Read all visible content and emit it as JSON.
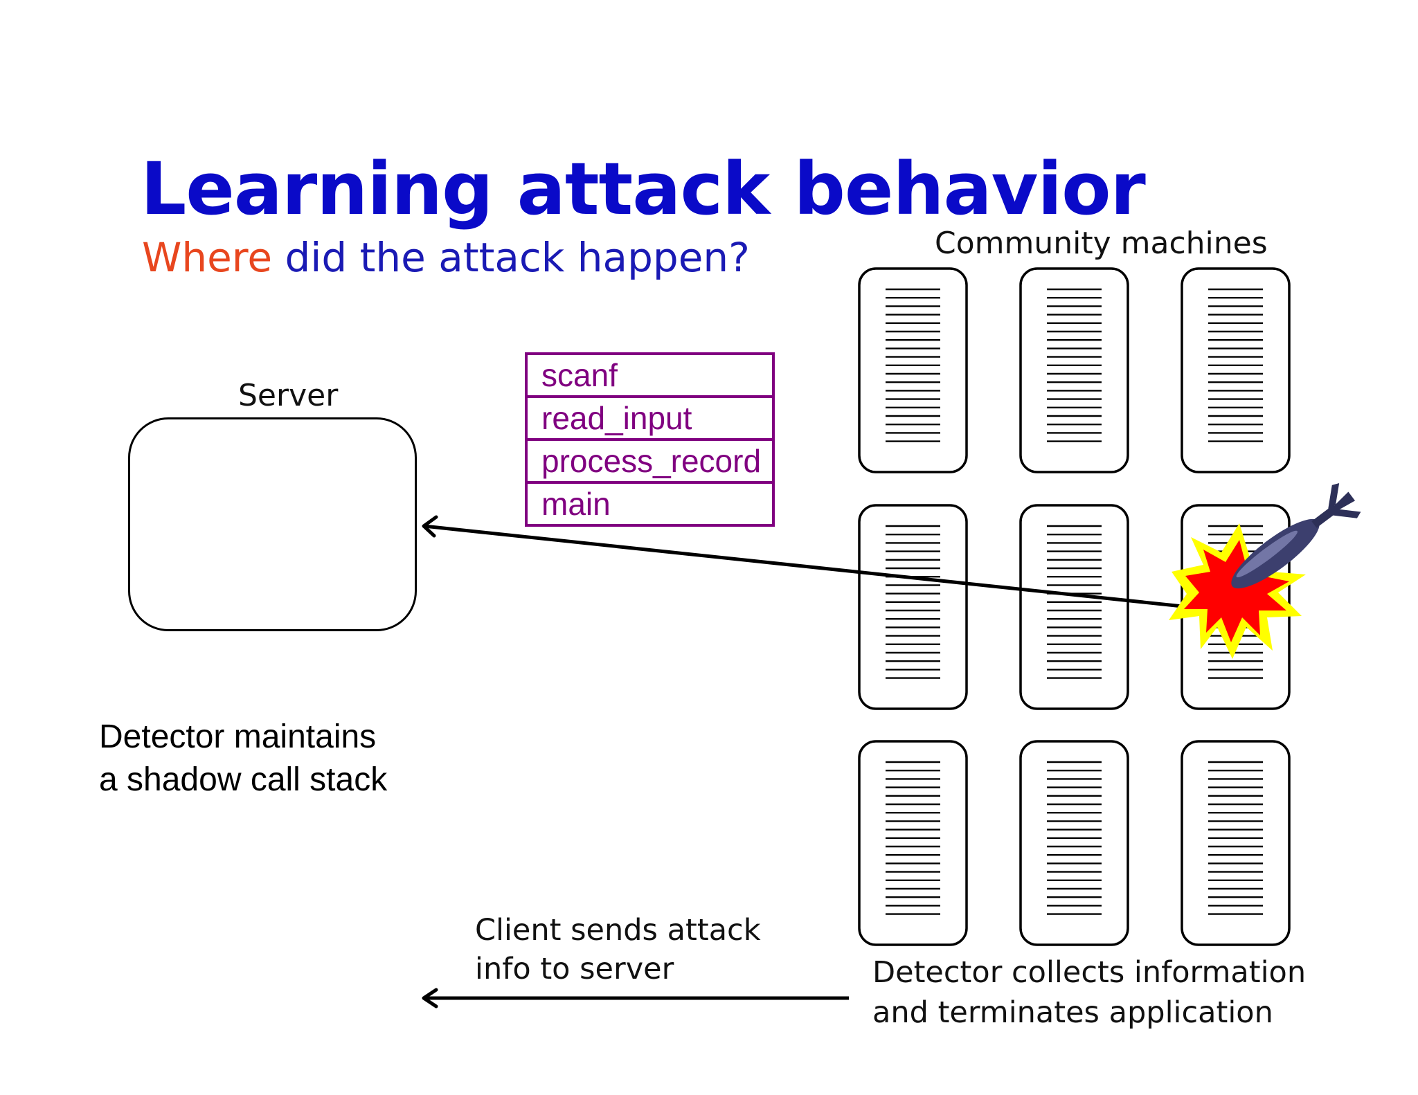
{
  "slide": {
    "title": "Learning attack behavior",
    "subtitle": {
      "highlight": "Where",
      "rest": " did the attack happen?"
    },
    "server_label": "Server",
    "community_label": "Community machines",
    "call_stack": [
      "scanf",
      "read_input",
      "process_record",
      "main"
    ],
    "detector_left": {
      "line1": "Detector maintains",
      "line2": "a shadow call stack"
    },
    "client_label": {
      "line1": "Client sends attack",
      "line2": "info to server"
    },
    "detector_right": {
      "line1": "Detector collects information",
      "line2": "and terminates application"
    }
  },
  "colors": {
    "title": "#0a0ac8",
    "subtitle_highlight": "#e8461e",
    "subtitle_rest": "#1a1ab4",
    "stack": "#800080",
    "explosion_outer": "#ffff00",
    "explosion_inner": "#ff0000",
    "missile": "#3c3f6e"
  },
  "icons": {
    "machine": "server-rack-icon",
    "explosion": "explosion-icon",
    "missile": "missile-icon"
  }
}
